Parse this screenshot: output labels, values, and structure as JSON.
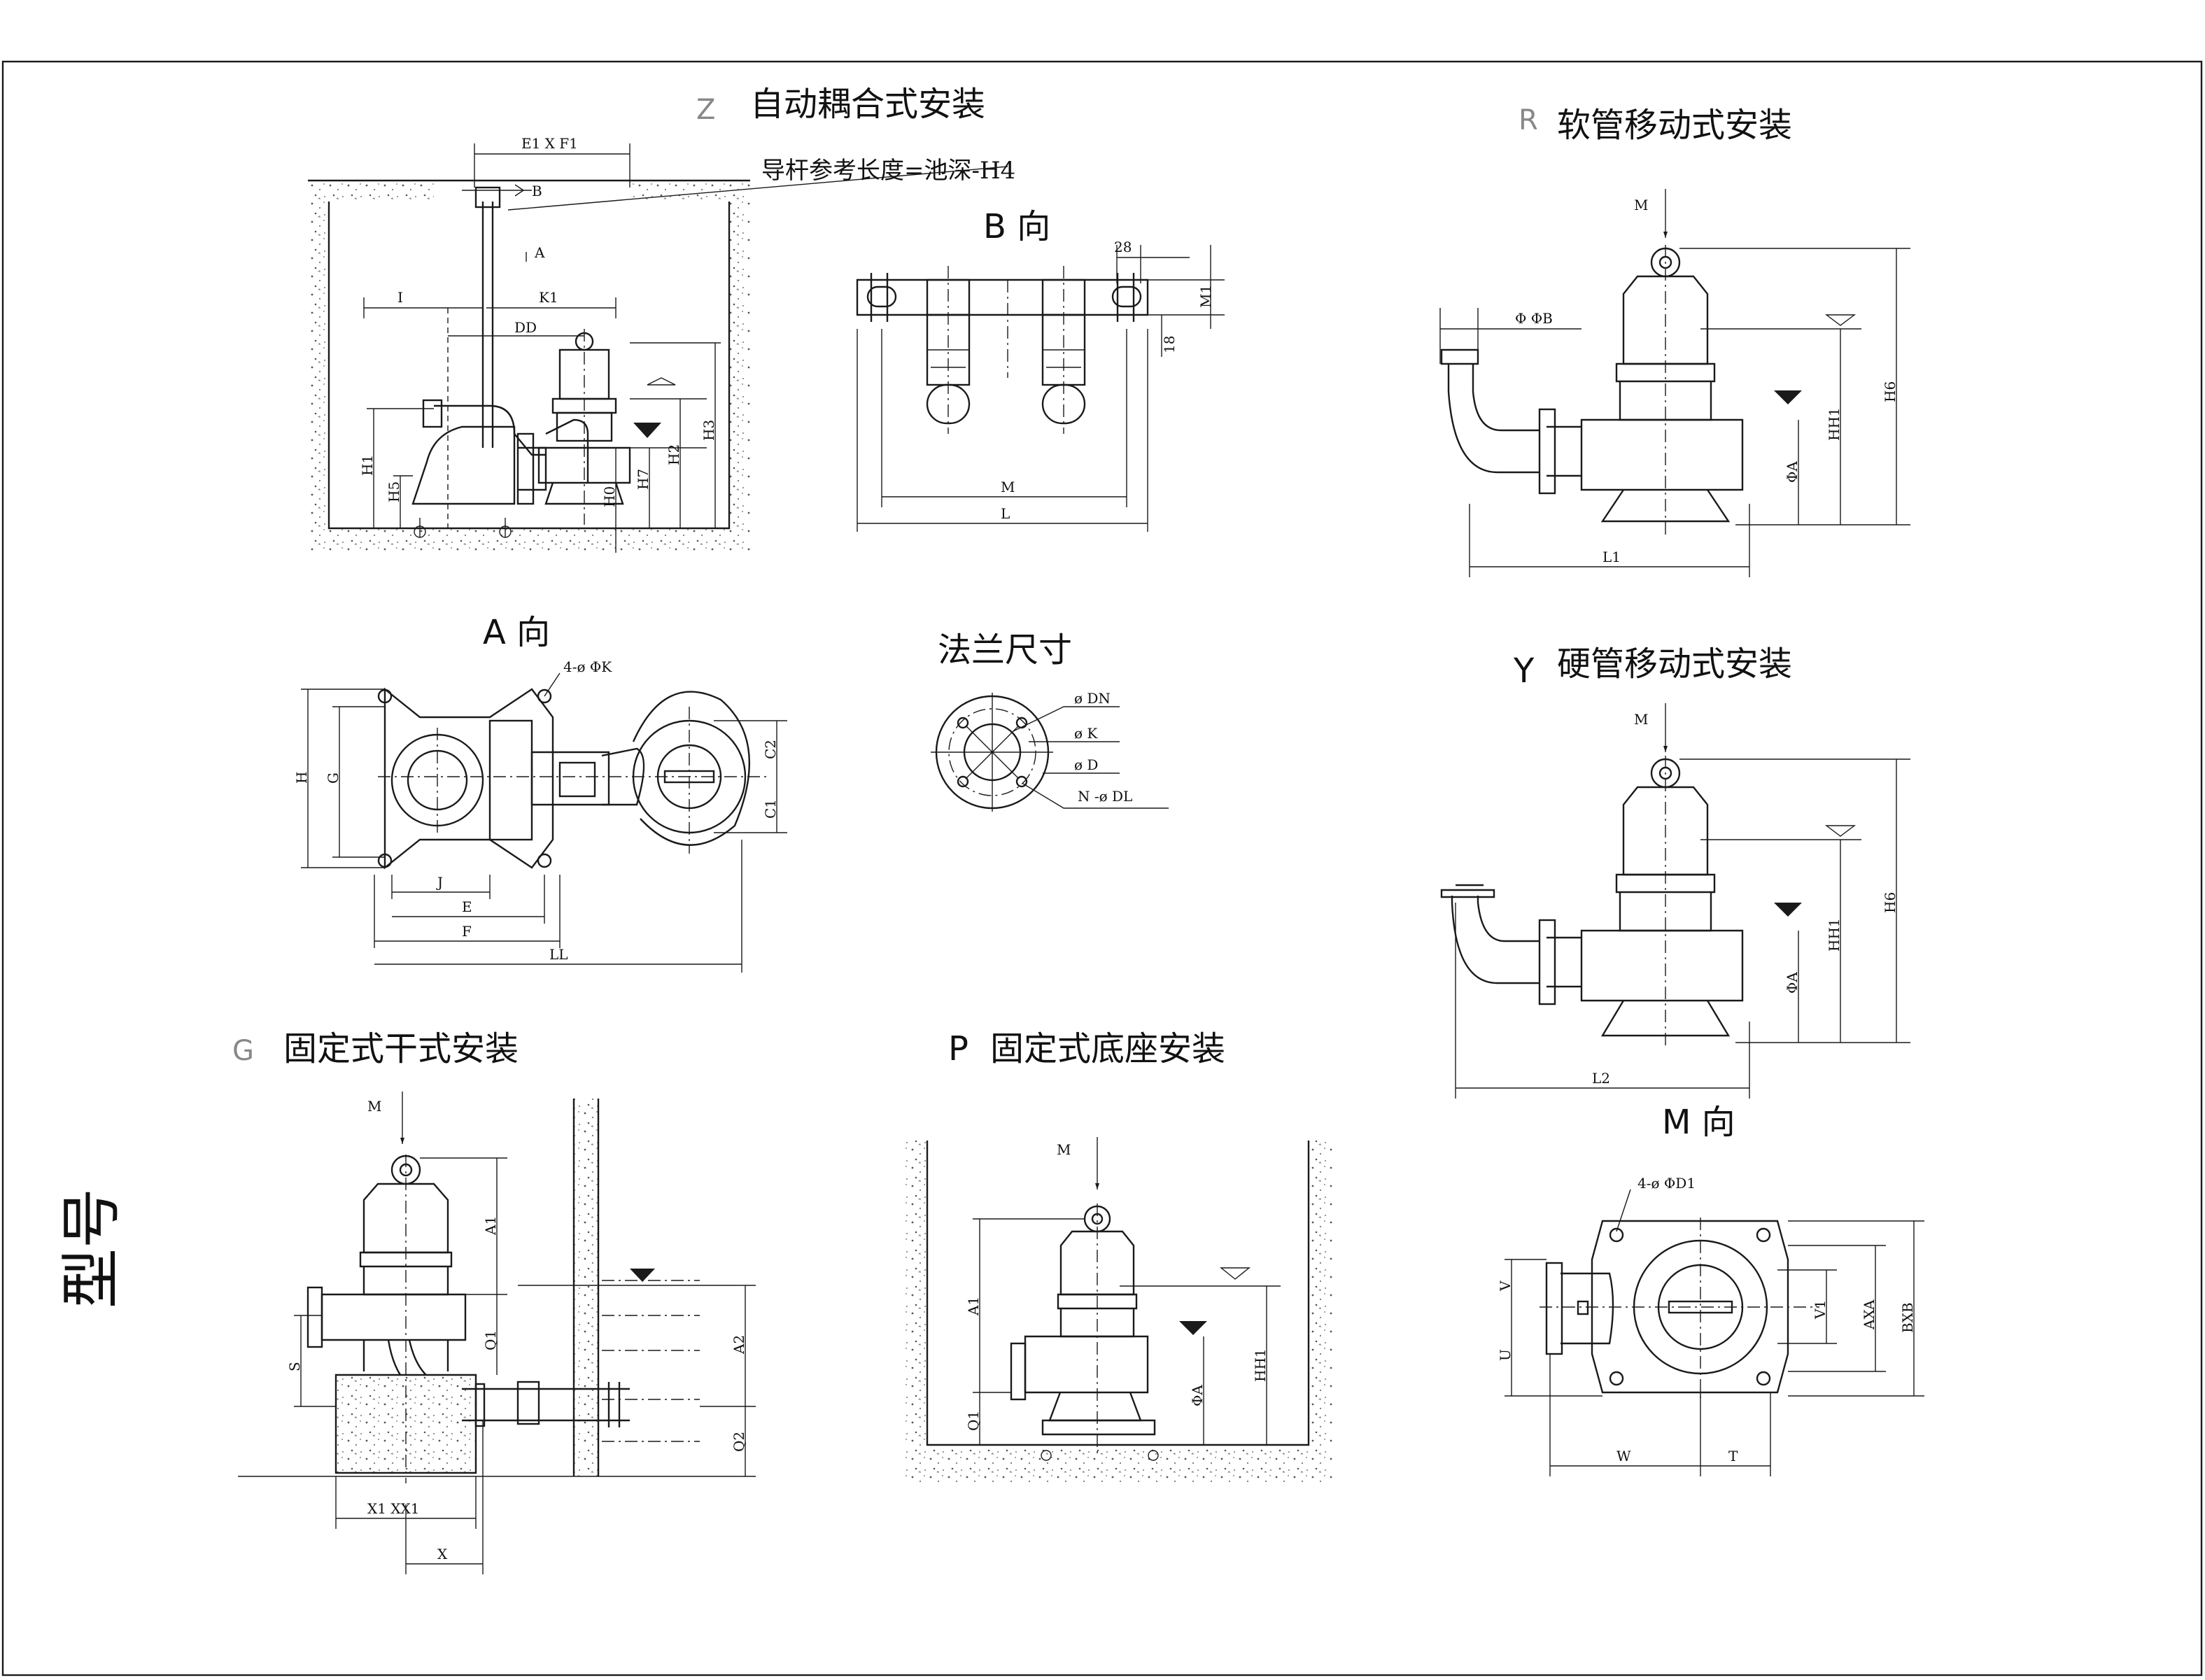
{
  "sheet_label": "型号",
  "sections": {
    "z": {
      "code": "Z",
      "title": "自动耦合式安装",
      "guide_note": "导杆参考长度=池深-H4",
      "labels": {
        "e1f1": "E1 X F1",
        "b": "B",
        "a": "A",
        "i": "I",
        "k1": "K1",
        "dd": "DD",
        "h1": "H1",
        "h5": "H5",
        "h0": "H0",
        "h7": "H7",
        "h2": "H2",
        "h3": "H3"
      }
    },
    "b_view": {
      "title": "B  向",
      "labels": {
        "d28": "28",
        "m1": "M1",
        "d18": "18",
        "m": "M",
        "l": "L"
      }
    },
    "r": {
      "code": "R",
      "title": "软管移动式安装",
      "labels": {
        "m": "M",
        "phib": "Φ ΦB",
        "phia": "ΦA",
        "hh1": "HH1",
        "h6": "H6",
        "l1": "L1"
      }
    },
    "a_view": {
      "title": "A 向",
      "labels": {
        "k": "4-ø ΦK",
        "h": "H",
        "g": "G",
        "c2": "C2",
        "c1": "C1",
        "j": "J",
        "e": "E",
        "f": "F",
        "ll": "LL"
      }
    },
    "flange": {
      "title": "法兰尺寸",
      "labels": {
        "dn": "ø DN",
        "k": "ø K",
        "d": "ø D",
        "ndl": "N  -ø DL"
      }
    },
    "y": {
      "code": "Y",
      "title": "硬管移动式安装",
      "labels": {
        "m": "M",
        "phia": "ΦA",
        "hh1": "HH1",
        "h6": "H6",
        "l2": "L2"
      }
    },
    "g": {
      "code": "G",
      "title": "固定式干式安装",
      "labels": {
        "m": "M",
        "a1": "A1",
        "q1": "Q1",
        "s": "S",
        "a2": "A2",
        "q2": "Q2",
        "x1x1": "X1 XX1",
        "x": "X"
      }
    },
    "p": {
      "code": "P",
      "title": "固定式底座安装",
      "labels": {
        "m": "M",
        "a1": "A1",
        "q1": "Q1",
        "phia": "ΦA",
        "hh1": "HH1"
      }
    },
    "m_view": {
      "title": "M 向",
      "labels": {
        "d1": "4-ø ΦD1",
        "v": "V",
        "u": "U",
        "v1": "V1",
        "axa": "AXA",
        "bxb": "BXB",
        "w": "W",
        "t": "T"
      }
    }
  }
}
